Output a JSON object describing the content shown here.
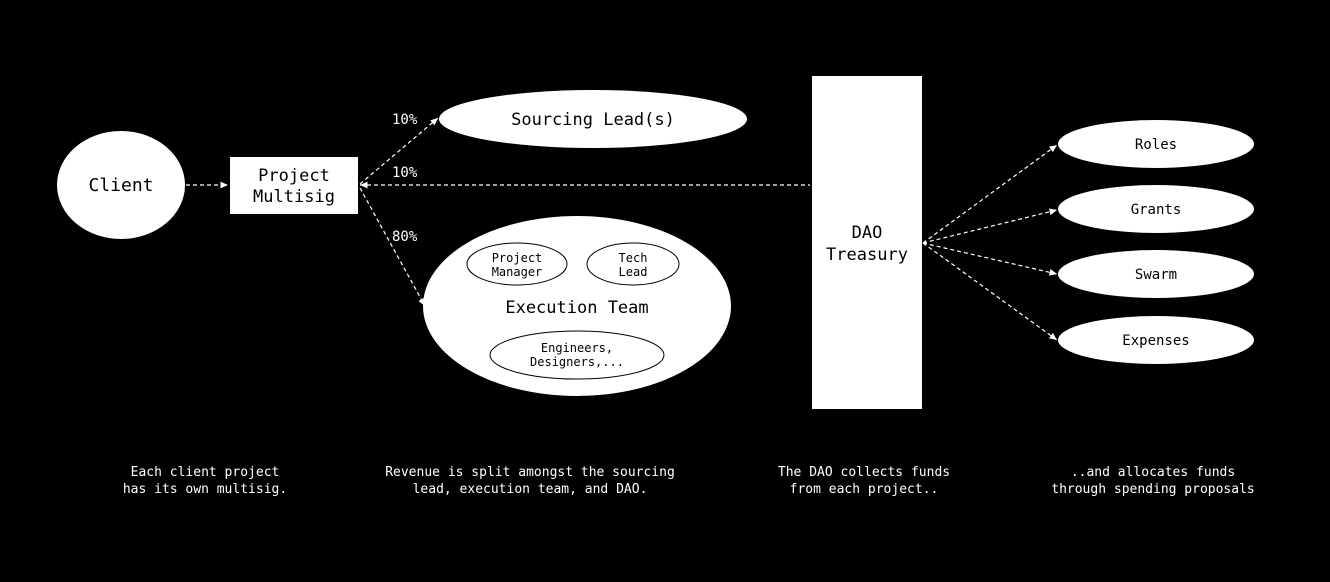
{
  "colors": {
    "background": "#000000",
    "foreground": "#ffffff",
    "node_text": "#000000"
  },
  "nodes": {
    "client": "Client",
    "project_multisig": [
      "Project",
      "Multisig"
    ],
    "sourcing_lead": "Sourcing Lead(s)",
    "execution_team": "Execution Team",
    "project_manager": [
      "Project",
      "Manager"
    ],
    "tech_lead": [
      "Tech",
      "Lead"
    ],
    "engineers": [
      "Engineers,",
      "Designers,..."
    ],
    "dao_treasury": [
      "DAO",
      "Treasury"
    ],
    "roles": "Roles",
    "grants": "Grants",
    "swarm": "Swarm",
    "expenses": "Expenses"
  },
  "splits": {
    "sourcing": "10%",
    "dao": "10%",
    "execution": "80%"
  },
  "captions": {
    "multisig": [
      "Each client project",
      "has its own multisig."
    ],
    "split": [
      "Revenue is split amongst the sourcing",
      "lead, execution team, and DAO."
    ],
    "collect": [
      "The DAO collects funds",
      "from each project.."
    ],
    "allocate": [
      "..and allocates funds",
      "through spending proposals"
    ]
  }
}
